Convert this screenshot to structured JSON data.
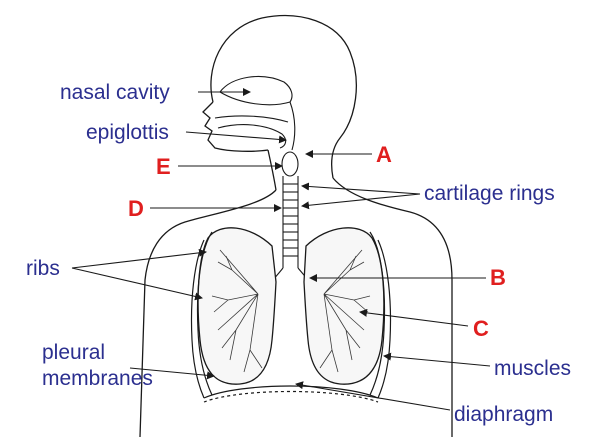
{
  "labels": {
    "nasal_cavity": "nasal cavity",
    "epiglottis": "epiglottis",
    "cartilage_rings": "cartilage rings",
    "ribs": "ribs",
    "pleural_membranes_line1": "pleural",
    "pleural_membranes_line2": "membranes",
    "muscles": "muscles",
    "diaphragm": "diaphragm"
  },
  "letters": {
    "a": "A",
    "b": "B",
    "c": "C",
    "d": "D",
    "e": "E"
  },
  "colors": {
    "label_text": "#2b2f8f",
    "letter_text": "#e01f1f",
    "line_art": "#1a1a1a",
    "background": "#ffffff"
  }
}
